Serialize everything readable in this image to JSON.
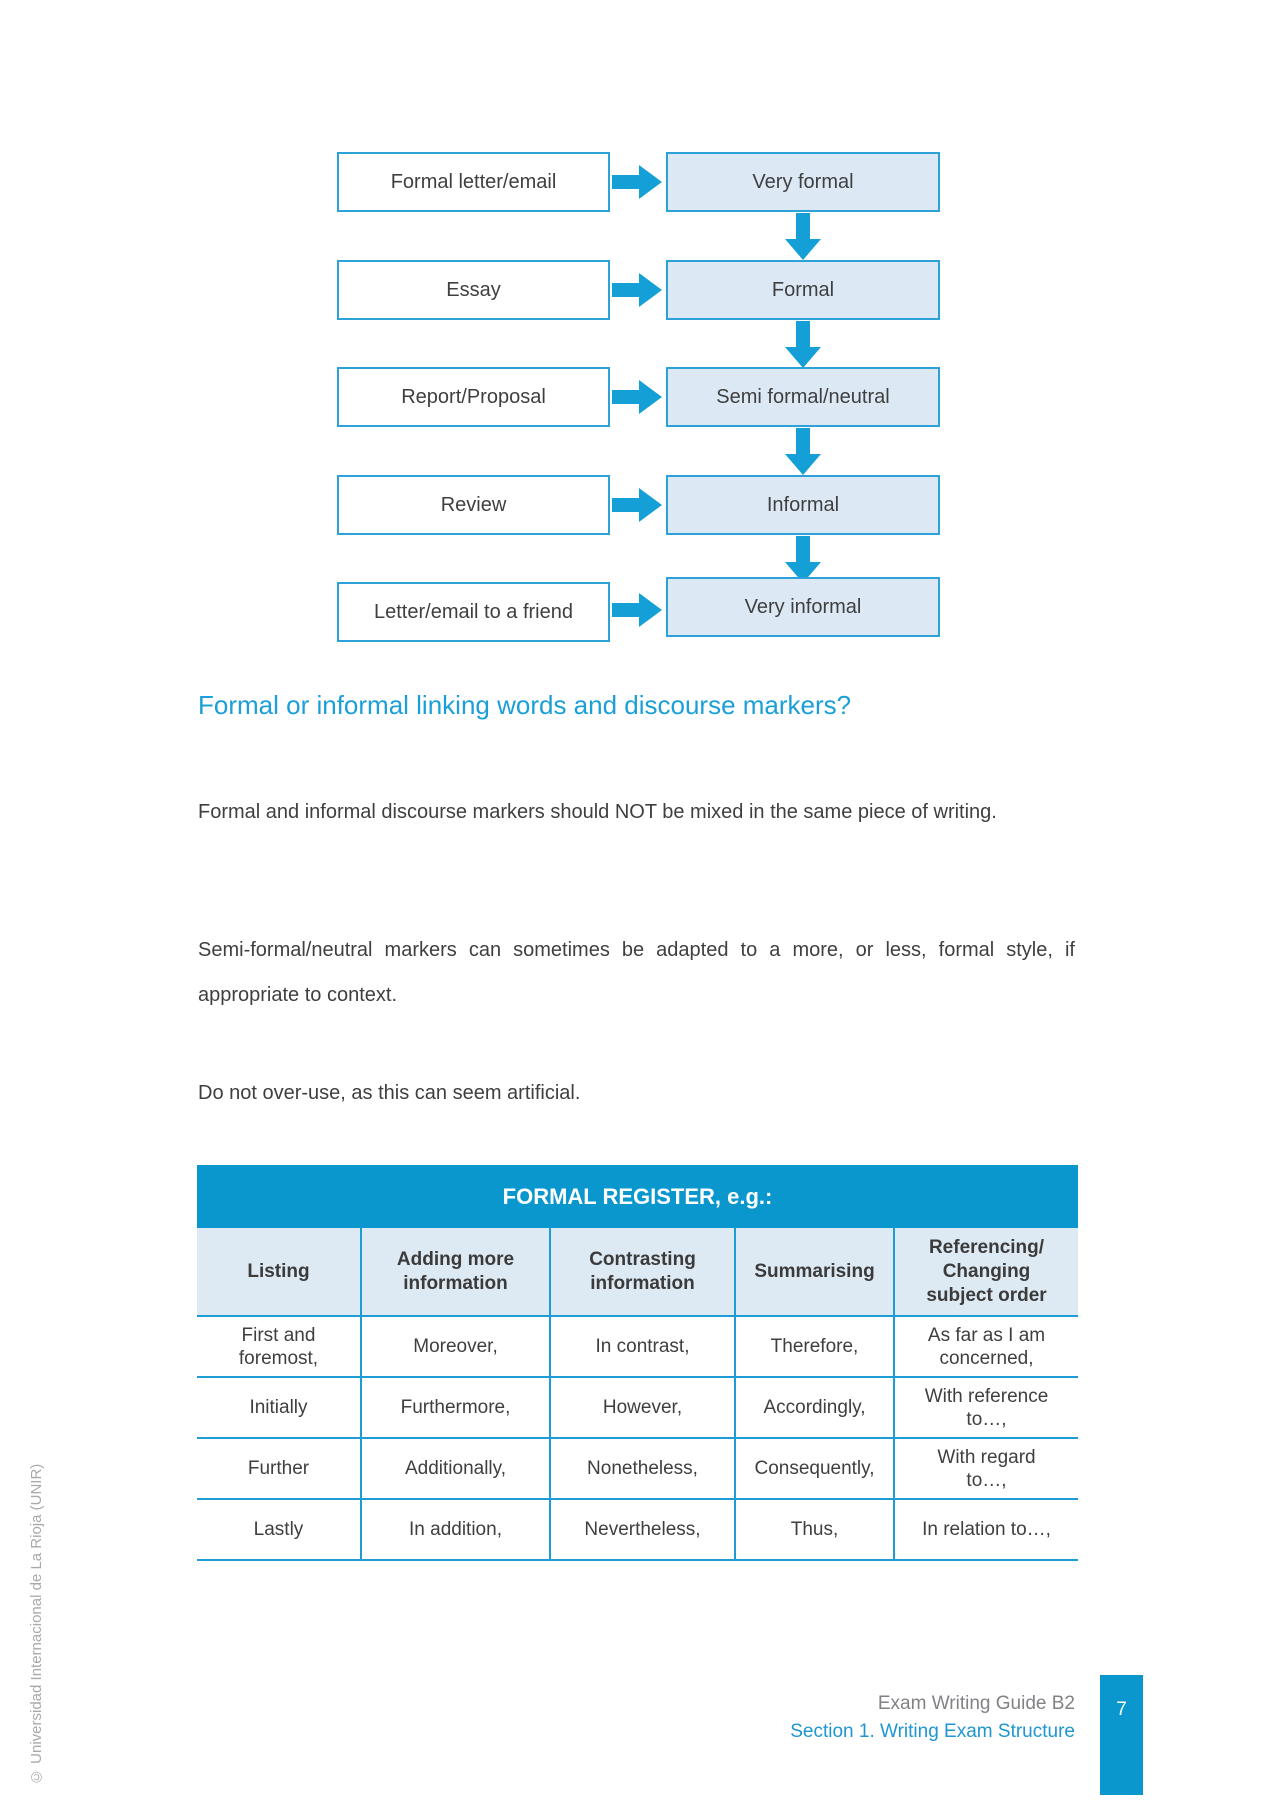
{
  "flowchart": {
    "rows": [
      {
        "left": "Formal letter/email",
        "right": "Very formal"
      },
      {
        "left": "Essay",
        "right": "Formal"
      },
      {
        "left": "Report/Proposal",
        "right": "Semi formal/neutral"
      },
      {
        "left": "Review",
        "right": "Informal"
      },
      {
        "left": "Letter/email to a friend",
        "right": "Very informal"
      }
    ]
  },
  "heading": "Formal or informal linking words and discourse markers?",
  "paragraphs": {
    "p1": "Formal and informal discourse markers should NOT be mixed in the same piece of writing.",
    "p2": "Semi-formal/neutral markers can sometimes be adapted to a more, or less, formal style, if appropriate to context.",
    "p3": "Do not over-use, as this can seem artificial."
  },
  "table": {
    "title": "FORMAL REGISTER, e.g.:",
    "columns": [
      "Listing",
      "Adding more\ninformation",
      "Contrasting\ninformation",
      "Summarising",
      "Referencing/\nChanging\nsubject order"
    ],
    "rows": [
      [
        "First and\nforemost,",
        "Moreover,",
        "In contrast,",
        "Therefore,",
        "As far as I am\nconcerned,"
      ],
      [
        "Initially",
        "Furthermore,",
        "However,",
        "Accordingly,",
        "With reference\nto…,"
      ],
      [
        "Further",
        "Additionally,",
        "Nonetheless,",
        "Consequently,",
        "With regard\nto…,"
      ],
      [
        "Lastly",
        "In addition,",
        "Nevertheless,",
        "Thus,",
        "In relation to…,"
      ]
    ]
  },
  "footer": {
    "doc_title": "Exam Writing Guide B2",
    "section_title": "Section 1. Writing Exam Structure",
    "page_number": "7"
  },
  "sidebar_copyright": "© Universidad Internacional de La Rioja (UNIR)",
  "colors": {
    "accent_blue": "#0997cd",
    "arrow_blue": "#14a0d6",
    "box_border_blue": "#2ca2d8",
    "box_fill_light": "#dce9f5",
    "table_divider_blue": "#1e9cd4",
    "table_header_fill": "#dde9f3",
    "heading_blue": "#1b9fd8",
    "footer_section_blue": "#1e96d2",
    "body_text": "#3f3f3f",
    "muted_gray": "#808285"
  }
}
